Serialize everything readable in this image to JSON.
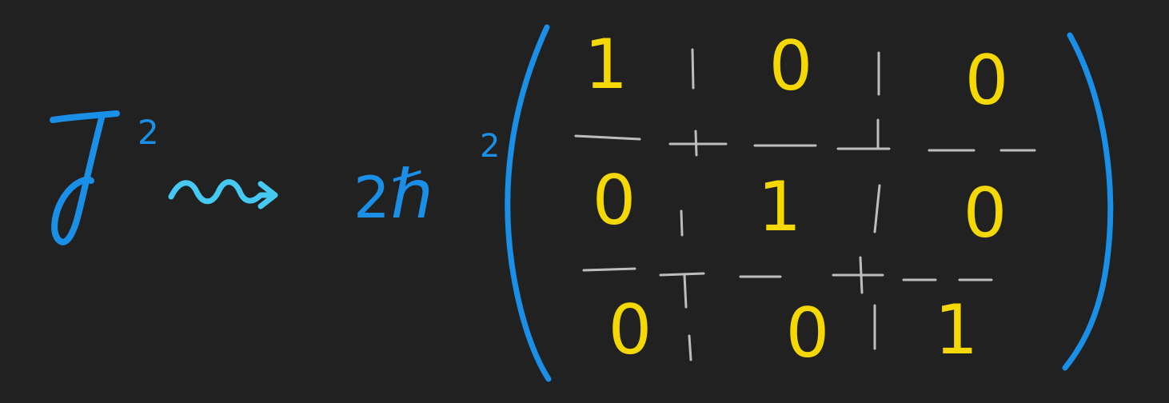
{
  "expression": {
    "lhs_symbol": "J",
    "lhs_exponent": "2",
    "arrow": "squiggly-right-arrow",
    "coefficient_number": "2",
    "coefficient_symbol": "ℏ",
    "coefficient_exponent": "2"
  },
  "matrix": {
    "rows": [
      [
        "1",
        "0",
        "0"
      ],
      [
        "0",
        "1",
        "0"
      ],
      [
        "0",
        "0",
        "1"
      ]
    ]
  },
  "colors": {
    "background": "#212121",
    "operator_ink": "#1a8fe8",
    "arrow_ink": "#45c9f2",
    "entry_ink": "#f5d800",
    "divider_ink": "#bdbdbd"
  }
}
